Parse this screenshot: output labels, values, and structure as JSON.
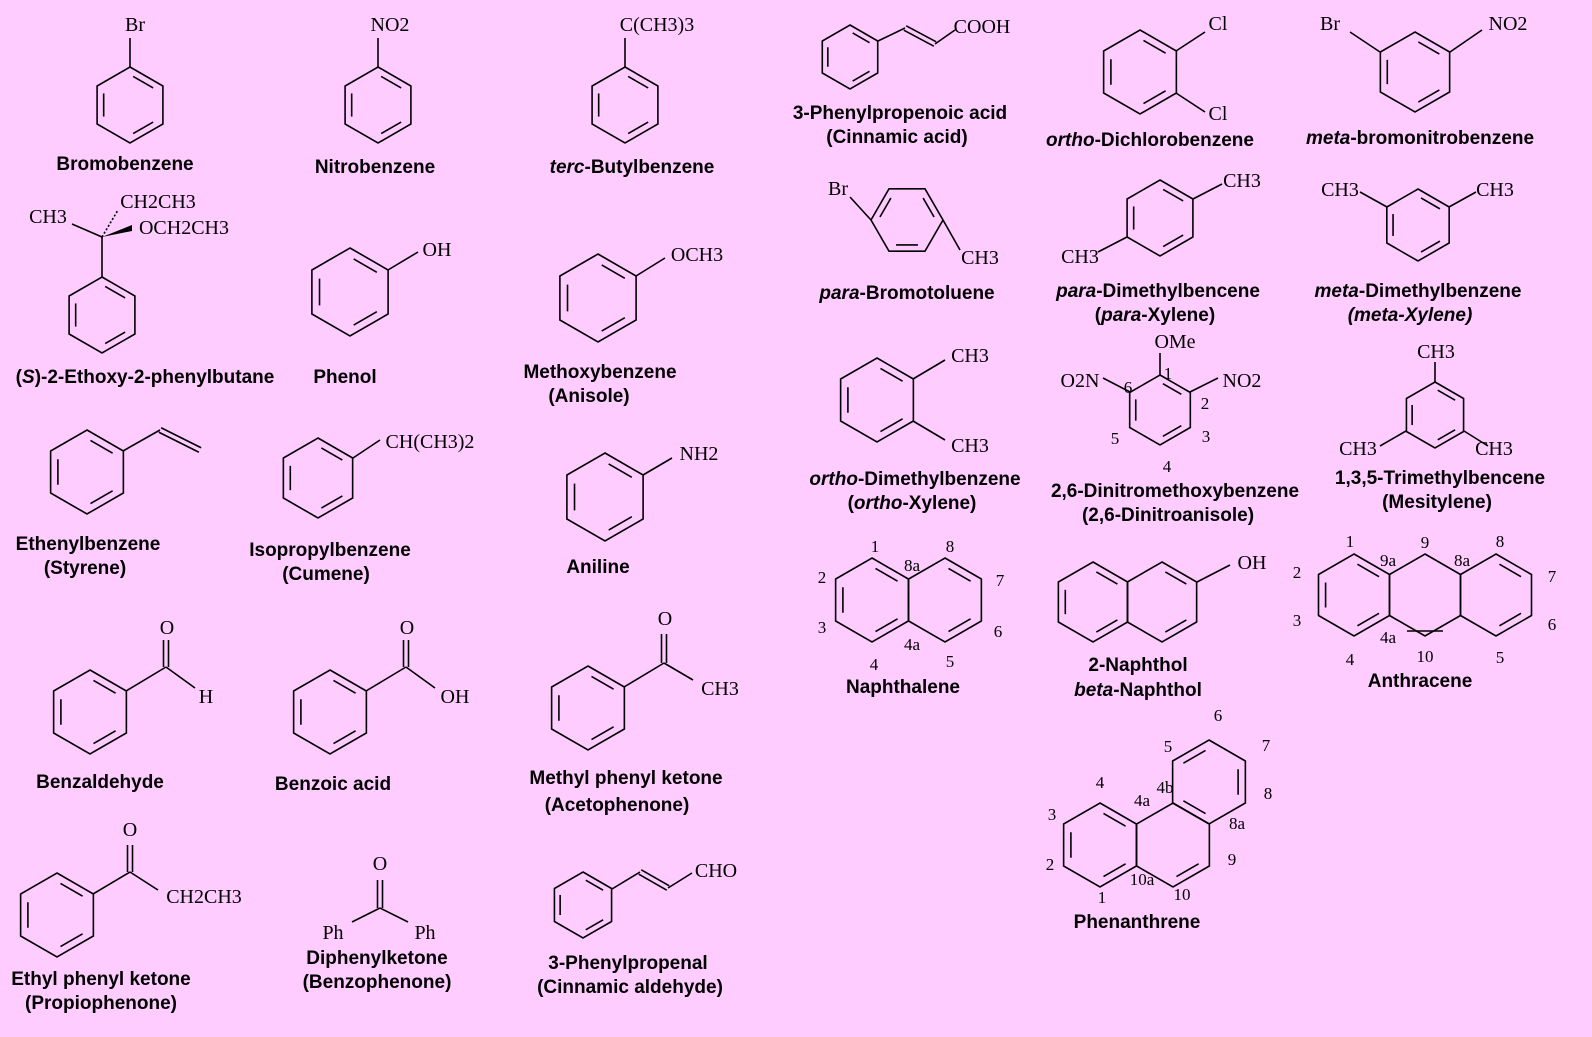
{
  "title": "Aromatic compounds: structures and names",
  "colors": {
    "background": "#ffccff",
    "ink": "#000000"
  },
  "compounds": [
    {
      "name": [
        "Bromobenzene"
      ],
      "labels": [
        "Br"
      ]
    },
    {
      "name": [
        "Nitrobenzene"
      ],
      "labels": [
        "NO2"
      ]
    },
    {
      "name": [
        [
          {
            "t": "terc",
            "i": true
          },
          {
            "t": "-Butylbenzene"
          }
        ]
      ],
      "labels": [
        "C(CH3)3"
      ]
    },
    {
      "name": [
        "3-Phenylpropenoic acid",
        "(Cinnamic acid)"
      ],
      "labels": [
        "COOH"
      ]
    },
    {
      "name": [
        [
          {
            "t": "ortho",
            "i": true
          },
          {
            "t": "-Dichlorobenzene"
          }
        ]
      ],
      "labels": [
        "Cl",
        "Cl"
      ]
    },
    {
      "name": [
        [
          {
            "t": "meta",
            "i": true
          },
          {
            "t": "-bromonitrobenzene"
          }
        ]
      ],
      "labels": [
        "Br",
        "NO2"
      ]
    },
    {
      "name": [
        [
          {
            "t": "("
          },
          {
            "t": "S",
            "i": true
          },
          {
            "t": ")-2-Ethoxy-2-phenylbutane"
          }
        ]
      ],
      "labels": [
        "CH3",
        "CH2CH3",
        "OCH2CH3"
      ]
    },
    {
      "name": [
        "Phenol"
      ],
      "labels": [
        "OH"
      ]
    },
    {
      "name": [
        "Methoxybenzene",
        "(Anisole)"
      ],
      "labels": [
        "OCH3"
      ]
    },
    {
      "name": [
        [
          {
            "t": "para",
            "i": true
          },
          {
            "t": "-Bromotoluene"
          }
        ]
      ],
      "labels": [
        "Br",
        "CH3"
      ]
    },
    {
      "name": [
        [
          {
            "t": "para",
            "i": true
          },
          {
            "t": "-Dimethylbencene"
          }
        ],
        [
          {
            "t": "("
          },
          {
            "t": "para",
            "i": true
          },
          {
            "t": "-Xylene)"
          }
        ]
      ],
      "labels": [
        "CH3",
        "CH3"
      ]
    },
    {
      "name": [
        [
          {
            "t": "meta",
            "i": true
          },
          {
            "t": "-Dimethylbenzene"
          }
        ],
        [
          {
            "t": "(meta-Xylene)",
            "i": true
          }
        ]
      ],
      "labels": [
        "CH3",
        "CH3"
      ]
    },
    {
      "name": [
        [
          {
            "t": "ortho",
            "i": true
          },
          {
            "t": "-Dimethylbenzene"
          }
        ],
        [
          {
            "t": "("
          },
          {
            "t": "ortho",
            "i": true
          },
          {
            "t": "-Xylene)"
          }
        ]
      ],
      "labels": [
        "CH3",
        "CH3"
      ]
    },
    {
      "name": [
        "2,6-Dinitromethoxybenzene",
        "(2,6-Dinitroanisole)"
      ],
      "labels": [
        "OMe",
        "O2N",
        "NO2"
      ],
      "locants": [
        "1",
        "2",
        "3",
        "4",
        "5",
        "6"
      ]
    },
    {
      "name": [
        "1,3,5-Trimethylbencene",
        "(Mesitylene)"
      ],
      "labels": [
        "CH3",
        "CH3",
        "CH3"
      ]
    },
    {
      "name": [
        "Ethenylbenzene",
        "(Styrene)"
      ],
      "labels": []
    },
    {
      "name": [
        "Isopropylbenzene",
        "(Cumene)"
      ],
      "labels": [
        "CH(CH3)2"
      ]
    },
    {
      "name": [
        "Aniline"
      ],
      "labels": [
        "NH2"
      ]
    },
    {
      "name": [
        "Naphthalene"
      ],
      "labels": [],
      "locants": [
        "1",
        "8a",
        "8",
        "7",
        "6",
        "5",
        "4a",
        "4",
        "3",
        "2"
      ]
    },
    {
      "name": [
        "2-Naphthol",
        [
          {
            "t": "beta",
            "i": true
          },
          {
            "t": "-Naphthol"
          }
        ]
      ],
      "labels": [
        "OH"
      ]
    },
    {
      "name": [
        "Anthracene"
      ],
      "labels": [],
      "locants": [
        "1",
        "9a",
        "9",
        "8a",
        "8",
        "7",
        "6",
        "5",
        "10",
        "4a",
        "4",
        "3",
        "2"
      ]
    },
    {
      "name": [
        "Phenanthrene"
      ],
      "labels": [],
      "locants": [
        "1",
        "10a",
        "10",
        "9",
        "8a",
        "8",
        "7",
        "6",
        "5",
        "4b",
        "4a",
        "4",
        "3",
        "2"
      ]
    },
    {
      "name": [
        "Benzaldehyde"
      ],
      "labels": [
        "O",
        "H"
      ]
    },
    {
      "name": [
        "Benzoic acid"
      ],
      "labels": [
        "O",
        "OH"
      ]
    },
    {
      "name": [
        "Methyl phenyl  ketone",
        "(Acetophenone)"
      ],
      "labels": [
        "O",
        "CH3"
      ]
    },
    {
      "name": [
        "Ethyl phenyl ketone",
        "(Propiophenone)"
      ],
      "labels": [
        "O",
        "CH2CH3"
      ]
    },
    {
      "name": [
        "Diphenylketone",
        "(Benzophenone)"
      ],
      "labels": [
        "O",
        "Ph",
        "Ph"
      ]
    },
    {
      "name": [
        "3-Phenylpropenal",
        "(Cinnamic aldehyde)"
      ],
      "labels": [
        "CHO"
      ]
    }
  ]
}
